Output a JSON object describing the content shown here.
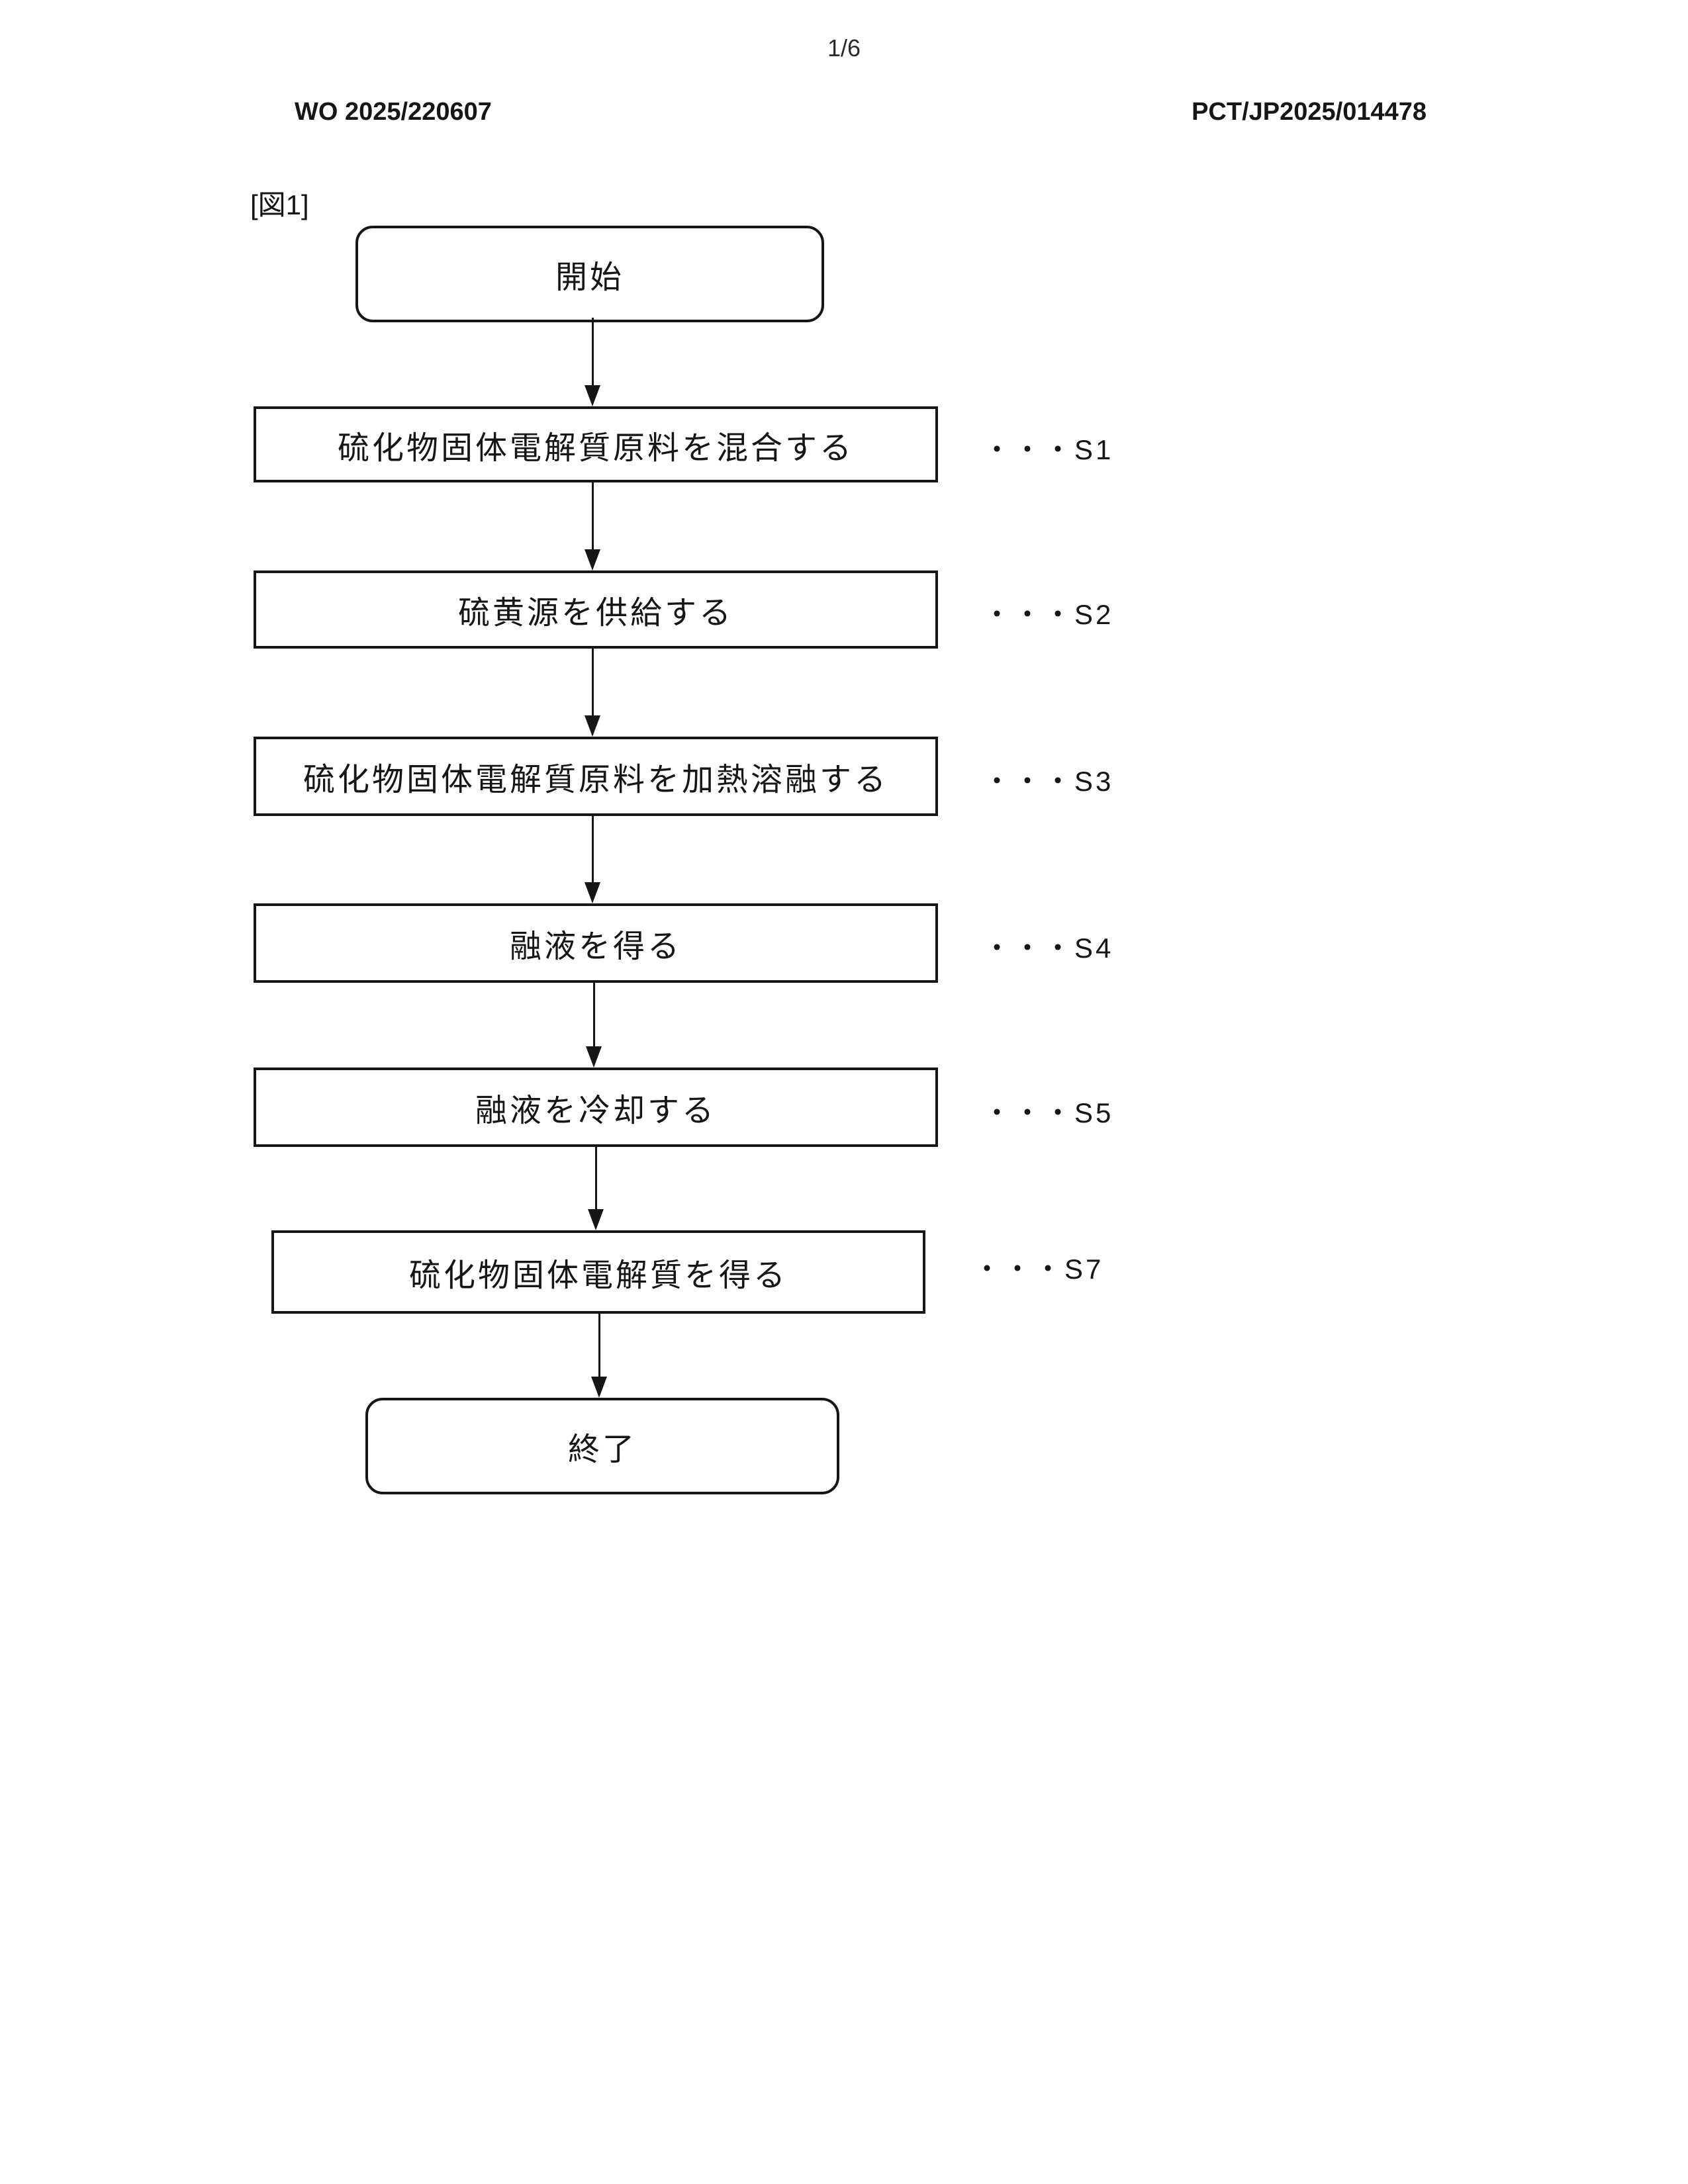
{
  "page": {
    "page_number": "1/6",
    "publication_number": "WO 2025/220607",
    "application_number": "PCT/JP2025/014478",
    "figure_label": "[図1]"
  },
  "flowchart": {
    "start_label": "開始",
    "end_label": "終了",
    "steps": [
      {
        "text": "硫化物固体電解質原料を混合する",
        "ref": "・・・S1"
      },
      {
        "text": "硫黄源を供給する",
        "ref": "・・・S2"
      },
      {
        "text": "硫化物固体電解質原料を加熱溶融する",
        "ref": "・・・S3"
      },
      {
        "text": "融液を得る",
        "ref": "・・・S4"
      },
      {
        "text": "融液を冷却する",
        "ref": "・・・S5"
      },
      {
        "text": "硫化物固体電解質を得る",
        "ref": "・・・S7"
      }
    ]
  }
}
